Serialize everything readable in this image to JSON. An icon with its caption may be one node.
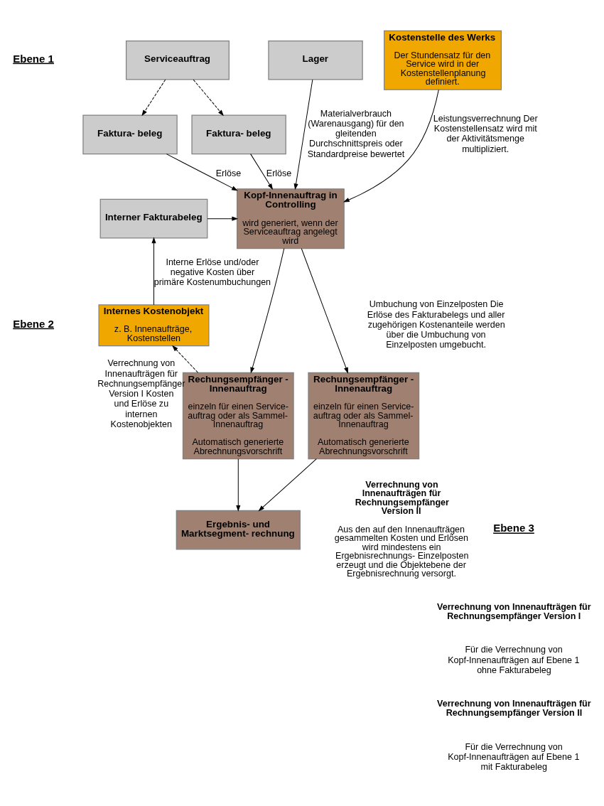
{
  "diagram": {
    "nodes": [
      {
        "text": [
          "Lager"
        ]
      },
      {
        "text": [
          "Kostenstelle des Werks",
          "Der Stundensatz für den Service wird in der Kostenstellenplanung definiert."
        ]
      },
      {
        "text": [
          "Serviceauftrag"
        ]
      },
      {
        "text": [
          "Faktura- beleg"
        ]
      },
      {
        "text": [
          "Faktura- beleg"
        ]
      },
      {
        "text": [
          "Kopf-Innenauftrag in Controlling",
          "wird generiert, wenn der Serviceauftrag angelegt wird"
        ]
      },
      {
        "text": [
          "Interner Fakturabeleg"
        ]
      },
      {
        "text": [
          "Internes Kostenobjekt",
          "z. B. Innenaufträge, Kostenstellen"
        ]
      },
      {
        "text": [
          "Rechungsempfänger - Innenauftrag",
          "einzeln für einen Service- auftrag oder als Sammel- Innenauftrag",
          "Automatisch generierte Abrechnungsvorschrift"
        ]
      },
      {
        "text": [
          "Rechungsempfänger - Innenauftrag",
          "einzeln für einen Service- auftrag oder als Sammel- Innenauftrag",
          "Automatisch generierte Abrechnungsvorschrift"
        ]
      },
      {
        "text": [
          "Ergebnis- und Marktsegment- rechnung"
        ],
        "beside": [
          "Verrechnung von Innenaufträgen für Rechnungsempfänger Version II",
          "Aus den auf den Innenaufträgen gesammelten Kosten und Erlösen wird mindestens ein Ergebnisrechnungs- Einzelposten erzeugt und die Objektebene der Ergebnisrechnung versorgt."
        ]
      }
    ],
    "edges": [
      {
        "from": 2,
        "to": 3,
        "arrow": "to",
        "style": "dashed"
      },
      {
        "from": 2,
        "to": 4,
        "arrow": "to",
        "style": "dashed"
      },
      {
        "from": 0,
        "to": 5,
        "arrow": "to",
        "label": "Materialverbrauch (Warenausgang) für den gleitenden Durchschnittspreis oder Standardpreise bewertet"
      },
      {
        "from": 1,
        "to": 5,
        "arrow": "to",
        "label": "Leistungsverrechnung Der Kostenstellensatz wird mit der Aktivitätsmenge multipliziert."
      },
      {
        "from": 4,
        "to": 5,
        "arrow": "to",
        "label": "Erlöse"
      },
      {
        "from": 3,
        "to": 5,
        "arrow": "to",
        "label": "Erlöse"
      },
      {
        "from": 6,
        "to": 5,
        "arrow": "to"
      },
      {
        "from": 7,
        "to": 6,
        "arrow": "to",
        "label": "Interne Erlöse und/oder negative Kosten über primäre Kostenumbuchungen"
      },
      {
        "from": 5,
        "to": 8,
        "arrow": "to"
      },
      {
        "from": 5,
        "to": 9,
        "arrow": "to"
      },
      {
        "from": 9,
        "to": 7,
        "arrow": "to",
        "style": "dashed",
        "label": "Verrechnung von Innenaufträgen für Rechnungsempfänger Version I Kosten und Erlöse zu internen Kostenobjekten"
      },
      {
        "from": 8,
        "to": 10,
        "arrow": "to"
      },
      {
        "from": 9,
        "to": 10,
        "arrow": "to"
      }
    ],
    "labels": [
      "Ebene 1",
      "Ebene 2",
      "Umbuchung von Einzelposten Die Erlöse des Fakturabelegs und aller zugehörigen Kostenanteile werden über die Umbuchung von Einzelposten umgebucht.",
      "Ebene 3",
      "Verrechnung von Innenaufträgen für Rechnungsempfänger Version I",
      "Für die Verrechnung von Kopf-Innenaufträgen auf Ebene 1 ohne Fakturabeleg",
      "Verrechnung von Innenaufträgen für Rechnungsempfänger Version II",
      "Für die Verrechnung von Kopf-Innenaufträgen auf Ebene 1 mit Fakturabeleg"
    ]
  }
}
